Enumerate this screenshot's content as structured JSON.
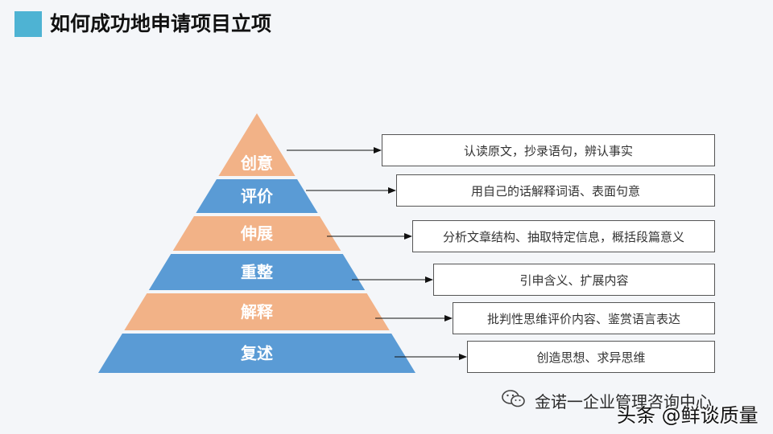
{
  "header": {
    "title": "如何成功地申请项目立项"
  },
  "pyramid": {
    "levels": [
      {
        "label": "创意",
        "color": "#F2B287",
        "description": "认读原文，抄录语句，辨认事实"
      },
      {
        "label": "评价",
        "color": "#5A9BD5",
        "description": "用自己的话解释词语、表面句意"
      },
      {
        "label": "伸展",
        "color": "#F2B287",
        "description": "分析文章结构、抽取特定信息，概括段篇意义"
      },
      {
        "label": "重整",
        "color": "#5A9BD5",
        "description": "引申含义、扩展内容"
      },
      {
        "label": "解释",
        "color": "#F2B287",
        "description": "批判性思维评价内容、鉴赏语言表达"
      },
      {
        "label": "复述",
        "color": "#5A9BD5",
        "description": "创造思想、求异思维"
      }
    ]
  },
  "watermark": {
    "text1": "金诺一企业管理咨询中心",
    "text2": "头条 @鲜谈质量"
  }
}
